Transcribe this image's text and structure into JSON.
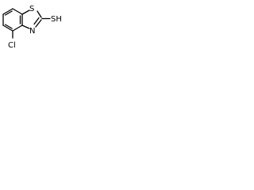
{
  "structure": {
    "atom_labels": {
      "ring_sulfur": "S",
      "ring_nitrogen": "N",
      "thiol_group": "SH",
      "chlorine": "Cl"
    },
    "colors": {
      "bonds": "#000000",
      "labels": "#000000",
      "background": "#ffffff"
    }
  }
}
